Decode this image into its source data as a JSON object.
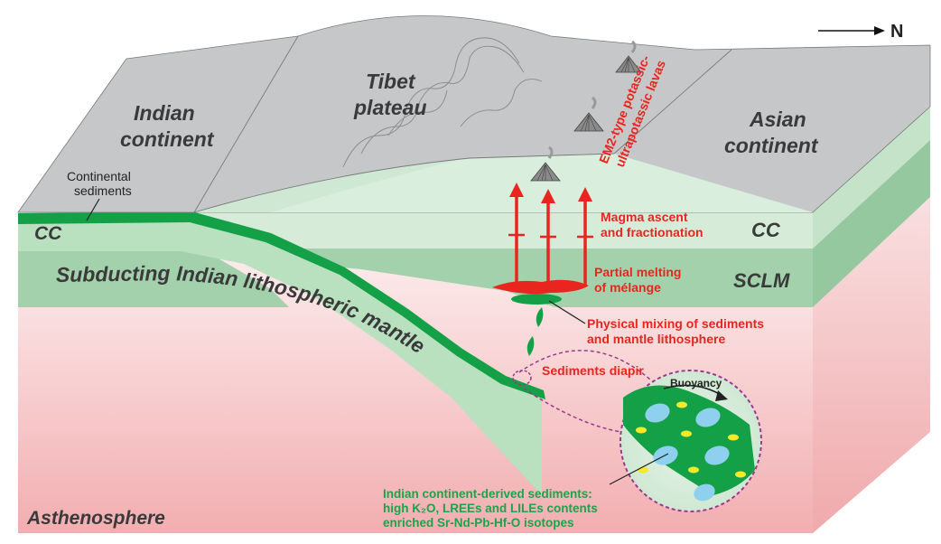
{
  "north": {
    "label": "N"
  },
  "regions": {
    "indian_continent": [
      "Indian",
      "continent"
    ],
    "tibet_plateau": [
      "Tibet",
      "plateau"
    ],
    "asian_continent": [
      "Asian",
      "continent"
    ],
    "continental_sediments": [
      "Continental",
      "sediments"
    ],
    "cc_left": "CC",
    "cc_right": "CC",
    "sclm": "SCLM",
    "slab": "Subducting Indian lithospheric mantle",
    "asthenosphere": "Asthenosphere"
  },
  "annotations": {
    "lavas": [
      "EM2-type potassic-",
      "ultrapotassic lavas"
    ],
    "magma_ascent": [
      "Magma ascent",
      "and fractionation"
    ],
    "partial_melting": [
      "Partial melting",
      "of mélange"
    ],
    "physical_mixing": [
      "Physical mixing of sediments",
      "and mantle lithosphere"
    ],
    "sediments_diapir": "Sediments diapir",
    "buoyancy": "Buoyancy",
    "derived_sediments": [
      "Indian continent-derived sediments:",
      "high K₂O, LREEs and LILEs contents",
      "enriched Sr-Nd-Pb-Hf-O isotopes"
    ]
  },
  "colors": {
    "surface": "#c7c8ca",
    "crust": "#d6ecd9",
    "sclm": "#9fcfa8",
    "slab": "#b8dfbe",
    "sediment": "#14a046",
    "magma": "#e8261f",
    "asthenosphere_top": "#fdf3f3",
    "asthenosphere_bottom": "#f3b2b4",
    "circle_border": "#9b3a8c",
    "inclusion_blue": "#8fd0ee",
    "inclusion_yellow": "#f4ea2a"
  }
}
